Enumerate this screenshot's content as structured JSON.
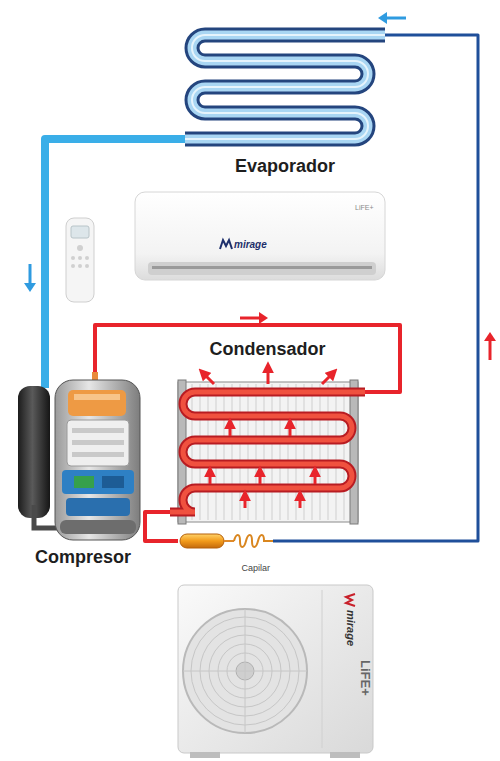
{
  "diagram": {
    "nodes": [
      {
        "text": [
          "Evaporador"
        ]
      },
      {
        "text": [
          "Condensador"
        ]
      },
      {
        "text": [
          "Compresor"
        ]
      },
      {
        "text": [
          "Capilar"
        ]
      }
    ],
    "edges": [
      {
        "from": 0,
        "to": 2,
        "arrow": "to"
      },
      {
        "from": 2,
        "to": 1,
        "arrow": "to"
      },
      {
        "from": 1,
        "to": 3,
        "arrow": "none"
      },
      {
        "from": 3,
        "to": 0,
        "arrow": "to"
      }
    ],
    "labels": [
      "mirage",
      "LiFE+",
      "mirage",
      "LiFE+"
    ]
  }
}
